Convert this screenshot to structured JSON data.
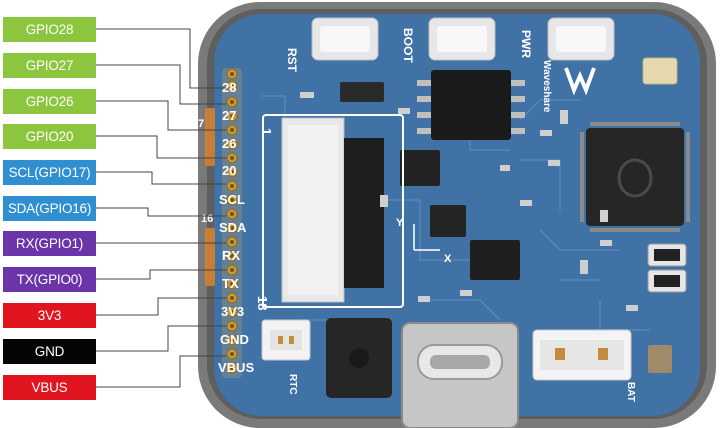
{
  "pin_labels": [
    {
      "text": "GPIO28",
      "color": "#8cc63f",
      "silk": "28"
    },
    {
      "text": "GPIO27",
      "color": "#8cc63f",
      "silk": "27"
    },
    {
      "text": "GPIO26",
      "color": "#8cc63f",
      "silk": "26"
    },
    {
      "text": "GPIO20",
      "color": "#8cc63f",
      "silk": "20"
    },
    {
      "text": "SCL(GPIO17)",
      "color": "#2f8fd1",
      "silk": "SCL"
    },
    {
      "text": "SDA(GPIO16)",
      "color": "#2f8fd1",
      "silk": "SDA"
    },
    {
      "text": "RX(GPIO1)",
      "color": "#6a35a8",
      "silk": "RX"
    },
    {
      "text": "TX(GPIO0)",
      "color": "#6a35a8",
      "silk": "TX"
    },
    {
      "text": "3V3",
      "color": "#e01520",
      "silk": "3V3"
    },
    {
      "text": "GND",
      "color": "#050505",
      "silk": "GND"
    },
    {
      "text": "VBUS",
      "color": "#e01520",
      "silk": "VBUS"
    }
  ],
  "board": {
    "buttons": {
      "rst": "RST",
      "boot": "BOOT",
      "pwr": "PWR"
    },
    "brand": "Waveshare",
    "connector_rtc": "RTC",
    "connector_bat": "BAT",
    "axis_x": "X",
    "axis_y": "Y",
    "fpc_marks": [
      "1",
      "18"
    ],
    "side_marks": [
      "7",
      "16"
    ],
    "pcb_color": "#3f6fa3",
    "frame_color": "#7c7c7c"
  }
}
